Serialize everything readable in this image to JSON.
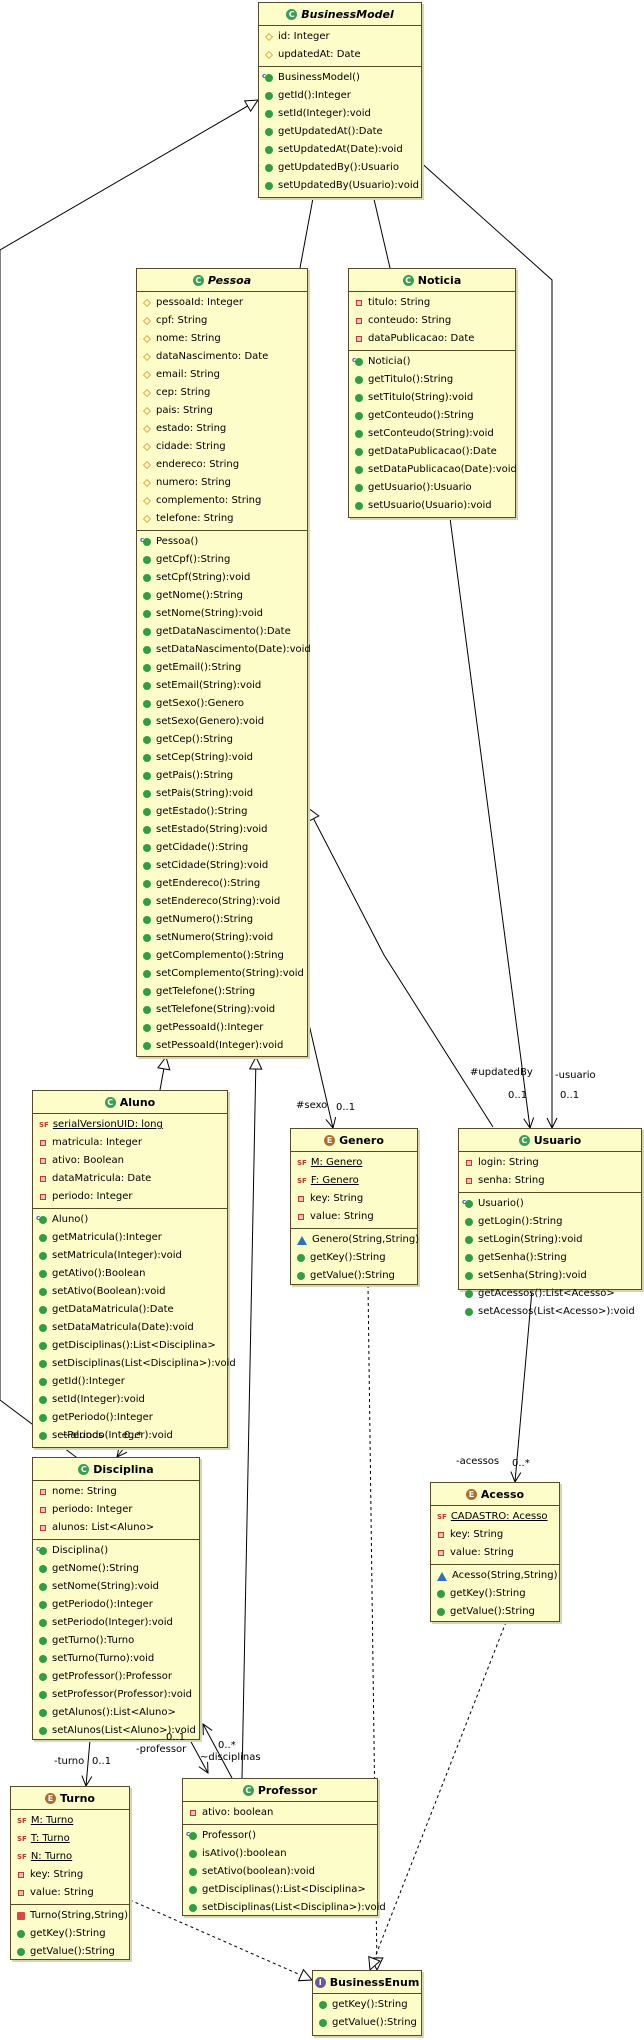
{
  "classes": {
    "business_model": {
      "name": "BusinessModel",
      "attributes": [
        "id: Integer",
        "updatedAt: Date"
      ],
      "methods": [
        "BusinessModel()",
        "getId():Integer",
        "setId(Integer):void",
        "getUpdatedAt():Date",
        "setUpdatedAt(Date):void",
        "getUpdatedBy():Usuario",
        "setUpdatedBy(Usuario):void"
      ]
    },
    "pessoa": {
      "name": "Pessoa",
      "attributes": [
        "pessoaId: Integer",
        "cpf: String",
        "nome: String",
        "dataNascimento: Date",
        "email: String",
        "cep: String",
        "pais: String",
        "estado: String",
        "cidade: String",
        "endereco: String",
        "numero: String",
        "complemento: String",
        "telefone: String"
      ],
      "methods": [
        "Pessoa()",
        "getCpf():String",
        "setCpf(String):void",
        "getNome():String",
        "setNome(String):void",
        "getDataNascimento():Date",
        "setDataNascimento(Date):void",
        "getEmail():String",
        "setEmail(String):void",
        "getSexo():Genero",
        "setSexo(Genero):void",
        "getCep():String",
        "setCep(String):void",
        "getPais():String",
        "setPais(String):void",
        "getEstado():String",
        "setEstado(String):void",
        "getCidade():String",
        "setCidade(String):void",
        "getEndereco():String",
        "setEndereco(String):void",
        "getNumero():String",
        "setNumero(String):void",
        "getComplemento():String",
        "setComplemento(String):void",
        "getTelefone():String",
        "setTelefone(String):void",
        "getPessoaId():Integer",
        "setPessoaId(Integer):void"
      ]
    },
    "noticia": {
      "name": "Noticia",
      "attributes": [
        "titulo: String",
        "conteudo: String",
        "dataPublicacao: Date"
      ],
      "methods": [
        "Noticia()",
        "getTitulo():String",
        "setTitulo(String):void",
        "getConteudo():String",
        "setConteudo(String):void",
        "getDataPublicacao():Date",
        "setDataPublicacao(Date):void",
        "getUsuario():Usuario",
        "setUsuario(Usuario):void"
      ]
    },
    "aluno": {
      "name": "Aluno",
      "attributes": [
        "serialVersionUID: long",
        "matricula: Integer",
        "ativo: Boolean",
        "dataMatricula: Date",
        "periodo: Integer"
      ],
      "methods": [
        "Aluno()",
        "getMatricula():Integer",
        "setMatricula(Integer):void",
        "getAtivo():Boolean",
        "setAtivo(Boolean):void",
        "getDataMatricula():Date",
        "setDataMatricula(Date):void",
        "getDisciplinas():List<Disciplina>",
        "setDisciplinas(List<Disciplina>):void",
        "getId():Integer",
        "setId(Integer):void",
        "getPeriodo():Integer",
        "setPeriodo(Integer):void"
      ]
    },
    "genero": {
      "name": "Genero",
      "attributes": [
        "M: Genero",
        "F: Genero",
        "key: String",
        "value: String"
      ],
      "methods": [
        "Genero(String,String)",
        "getKey():String",
        "getValue():String"
      ]
    },
    "usuario": {
      "name": "Usuario",
      "attributes": [
        "login: String",
        "senha: String"
      ],
      "methods": [
        "Usuario()",
        "getLogin():String",
        "setLogin(String):void",
        "getSenha():String",
        "setSenha(String):void",
        "getAcessos():List<Acesso>",
        "setAcessos(List<Acesso>):void"
      ]
    },
    "disciplina": {
      "name": "Disciplina",
      "attributes": [
        "nome: String",
        "periodo: Integer",
        "alunos: List<Aluno>"
      ],
      "methods": [
        "Disciplina()",
        "getNome():String",
        "setNome(String):void",
        "getPeriodo():Integer",
        "setPeriodo(Integer):void",
        "getTurno():Turno",
        "setTurno(Turno):void",
        "getProfessor():Professor",
        "setProfessor(Professor):void",
        "getAlunos():List<Aluno>",
        "setAlunos(List<Aluno>):void"
      ]
    },
    "acesso": {
      "name": "Acesso",
      "attributes": [
        "CADASTRO: Acesso",
        "key: String",
        "value: String"
      ],
      "methods": [
        "Acesso(String,String)",
        "getKey():String",
        "getValue():String"
      ]
    },
    "turno": {
      "name": "Turno",
      "attributes": [
        "M: Turno",
        "T: Turno",
        "N: Turno",
        "key: String",
        "value: String"
      ],
      "methods": [
        "Turno(String,String)",
        "getKey():String",
        "getValue():String"
      ]
    },
    "professor": {
      "name": "Professor",
      "attributes": [
        "ativo: boolean"
      ],
      "methods": [
        "Professor()",
        "isAtivo():boolean",
        "setAtivo(boolean):void",
        "getDisciplinas():List<Disciplina>",
        "setDisciplinas(List<Disciplina>):void"
      ]
    },
    "business_enum": {
      "name": "BusinessEnum",
      "attributes": [],
      "methods": [
        "getKey():String",
        "getValue():String"
      ]
    }
  },
  "labels": {
    "sexo_role": "#sexo",
    "sexo_mult": "0..1",
    "updatedby_role": "#updatedBy",
    "updatedby_mult": "0..1",
    "usuario_role": "-usuario",
    "usuario_mult": "0..1",
    "acessos_role": "-acessos",
    "acessos_mult": "0..*",
    "alunos_role": "~alunos",
    "disciplinas_a_mult": "0..*",
    "turno_role": "-turno",
    "turno_mult": "0..1",
    "professor_role": "-professor",
    "professor_mult": "0..1",
    "disciplinas_role": "~disciplinas",
    "disciplinas_mult": "0..*"
  }
}
